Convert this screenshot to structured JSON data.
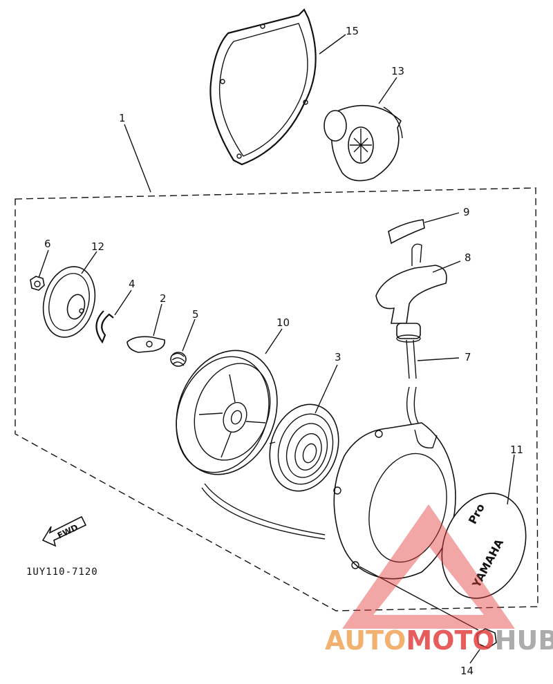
{
  "diagram": {
    "callouts": [
      "1",
      "2",
      "3",
      "4",
      "5",
      "6",
      "7",
      "8",
      "9",
      "10",
      "11",
      "12",
      "13",
      "14",
      "15"
    ],
    "figure_code": "1UY110-7120",
    "direction_label": "FWD",
    "cover_emblem": {
      "line1": "YAMAHA",
      "line2": "Pro"
    }
  },
  "watermark": {
    "word_part1": "AUTO",
    "word_part2": "MOTO",
    "word_part3": "HUB",
    "color_orange": "#f0a050",
    "color_red": "#e23a3a",
    "color_gray": "#9a9a9a"
  }
}
